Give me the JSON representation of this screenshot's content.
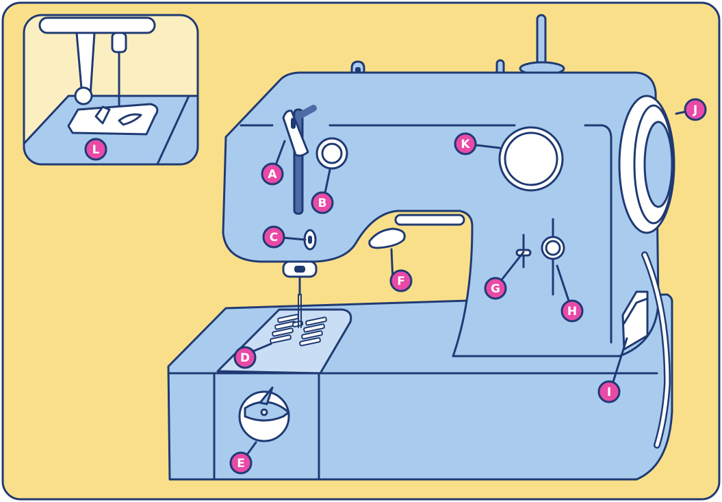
{
  "colors": {
    "background": "#f9df8a",
    "outline": "#1f3a73",
    "machine": "#a9cbee",
    "machine_light": "#c9def4",
    "inset_sky": "#fbeec0",
    "white": "#ffffff",
    "label": "#e94aa7"
  },
  "labels": {
    "A": "A",
    "B": "B",
    "C": "C",
    "D": "D",
    "E": "E",
    "F": "F",
    "G": "G",
    "H": "H",
    "I": "I",
    "J": "J",
    "K": "K",
    "L": "L"
  }
}
